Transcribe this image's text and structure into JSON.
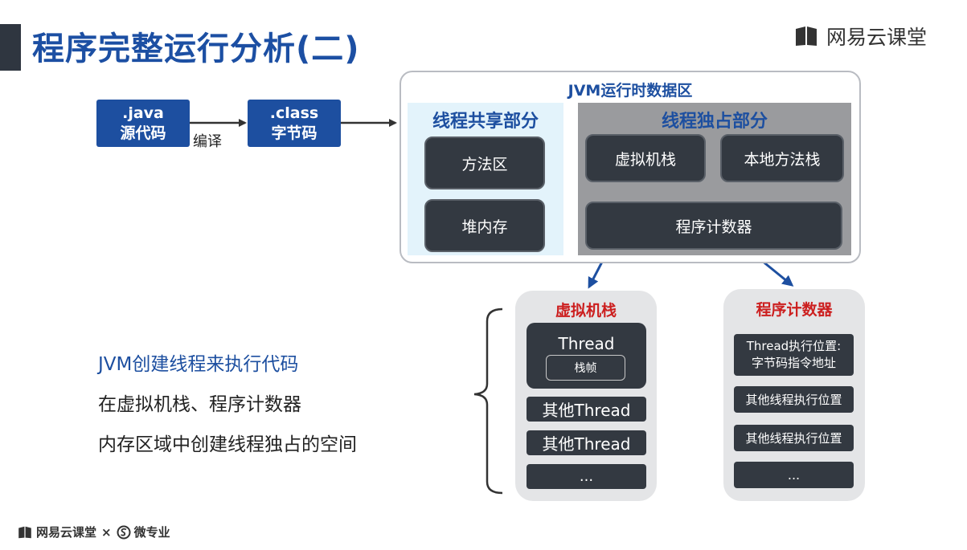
{
  "header": {
    "title": "程序完整运行分析(二)",
    "brand": "网易云课堂"
  },
  "flow": {
    "source_box": {
      "line1": ".java",
      "line2": "源代码"
    },
    "compile_label": "编译",
    "class_box": {
      "line1": ".class",
      "line2": "字节码"
    }
  },
  "jvm": {
    "title": "JVM运行时数据区",
    "shared": {
      "title": "线程共享部分",
      "items": [
        "方法区",
        "堆内存"
      ]
    },
    "exclusive": {
      "title": "线程独占部分",
      "vm_stack": "虚拟机栈",
      "native_stack": "本地方法栈",
      "pc": "程序计数器"
    }
  },
  "vm_stack_detail": {
    "title": "虚拟机栈",
    "thread_label": "Thread",
    "frame_label": "栈帧",
    "others": [
      "其他Thread",
      "其他Thread"
    ],
    "ellipsis": "..."
  },
  "pc_detail": {
    "title": "程序计数器",
    "first_line1": "Thread执行位置:",
    "first_line2": "字节码指令地址",
    "others": [
      "其他线程执行位置",
      "其他线程执行位置"
    ],
    "ellipsis": "..."
  },
  "description": {
    "line1": "JVM创建线程来执行代码",
    "line2": "在虚拟机栈、程序计数器",
    "line3": "内存区域中创建线程独占的空间"
  },
  "footer": {
    "brand": "网易云课堂",
    "times": "×",
    "partner": "微专业"
  },
  "colors": {
    "accent_blue": "#1d4fa0",
    "dark_box": "#333941",
    "title_red": "#cc1f1f",
    "shared_bg": "#e3f3fb",
    "exclusive_bg": "#9a9b9e"
  }
}
